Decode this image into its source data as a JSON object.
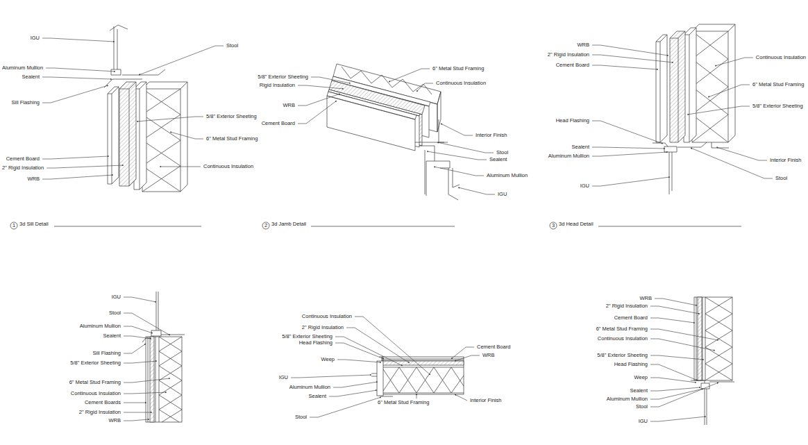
{
  "diagram": {
    "labels": [
      "IGU",
      "Stool",
      "Aluminum Mullion",
      "Sealent",
      "Sill Flashing",
      "5/8\" Exterior Sheeting",
      "6\" Metal Stud Framing",
      "Cement Board",
      "2\" Rigid Insulation",
      "Continuous Insulation",
      "WRB",
      "1",
      "3d Sill Detail",
      "6\" Metal Stud Framing",
      "5/8\" Exterior Sheeting",
      "Rigid Insulation",
      "Continuous Insulation",
      "WRB",
      "Cement Board",
      "Interior Finish",
      "Stool",
      "Sealent",
      "Aluminum Mullion",
      "IGU",
      "2",
      "3d Jamb Detail",
      "WRB",
      "2\" Rigid Insulation",
      "Cement Board",
      "Continuous Insulation",
      "6\" Metal Stud Framing",
      "5/8\" Exterior Sheeting",
      "Head Flashing",
      "Sealent",
      "Aluminum Mullion",
      "Interior Finish",
      "IGU",
      "Stool",
      "3",
      "3d Head Detail",
      "IGU",
      "Stool",
      "Aluminum Mullion",
      "Sealent",
      "Sill Flashing",
      "5/8\" Exterior Sheeting",
      "6\" Metal Stud Framing",
      "Continuous Insulation",
      "Cement Boards",
      "2\" Rigid Insulation",
      "WRB",
      "Continuous Insulation",
      "2\" Rigid Insulation",
      "5/8\" Exterior Sheeting",
      "Head Flashing",
      "Cement Board",
      "WRB",
      "Weep",
      "IGU",
      "Aluminum Mullion",
      "Sealent",
      "6\" Metal Stud Framing",
      "Interior Finish",
      "Stool",
      "WRB",
      "2\" Rigid Insulation",
      "Cement Board",
      "6\" Metal Stud Framing",
      "Continuous Insulation",
      "5/8\" Exterior Sheeting",
      "Head Flashing",
      "Weep",
      "Sealent",
      "Aluminum Mullion",
      "Stool",
      "IGU"
    ]
  }
}
